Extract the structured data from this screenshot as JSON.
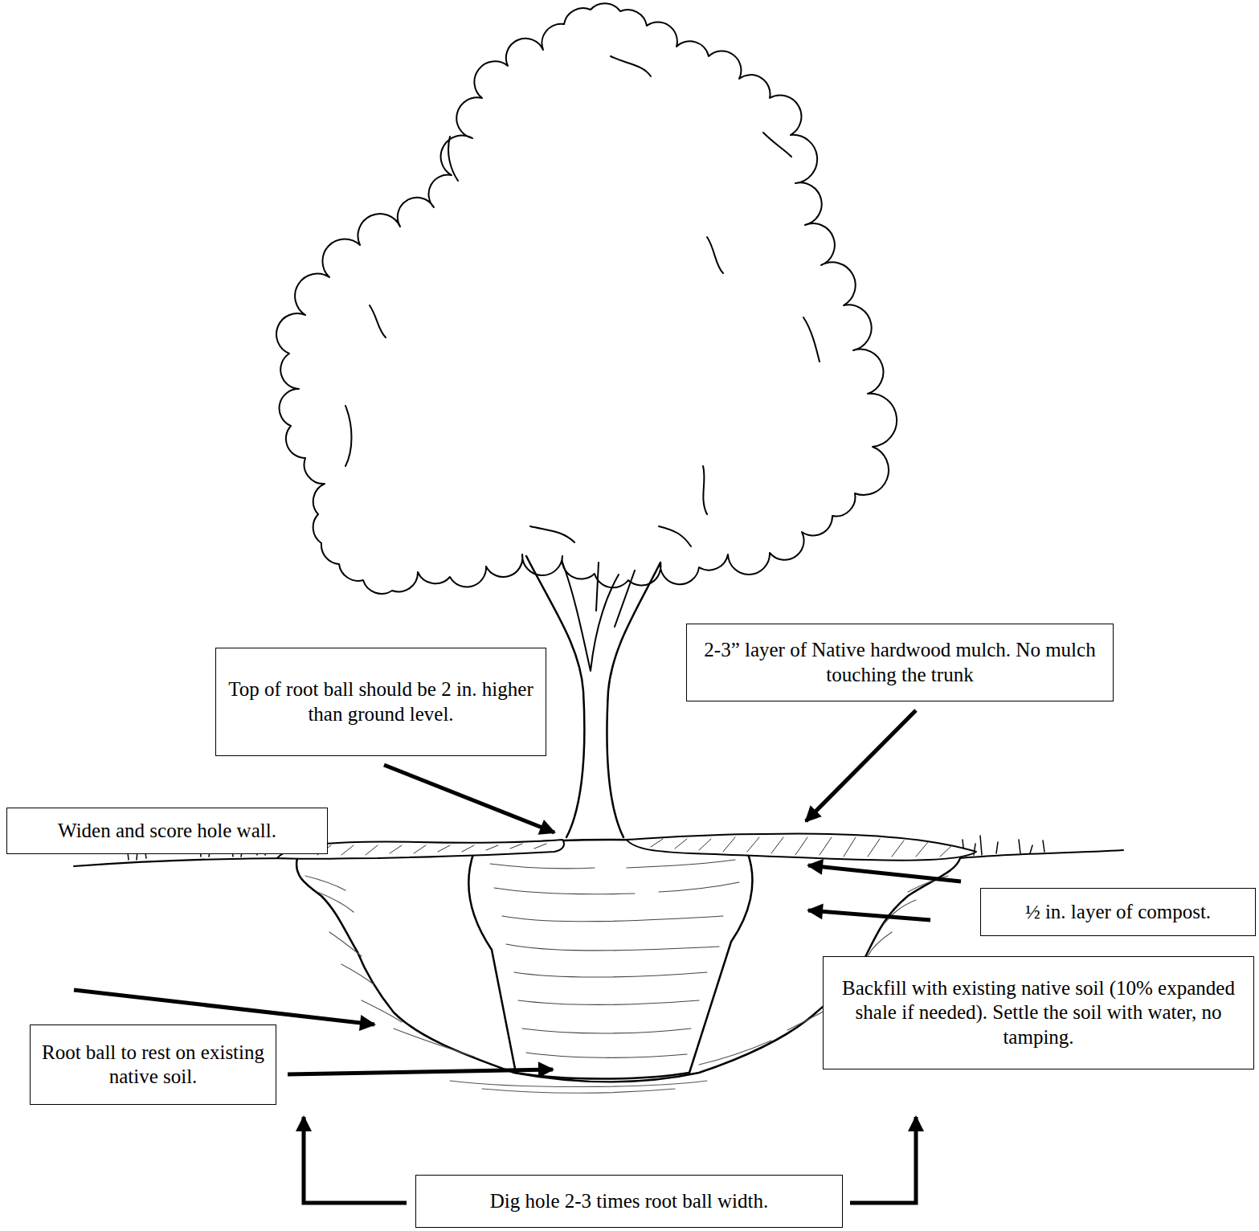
{
  "diagram": {
    "nodes": [
      {
        "text": [
          "2-3” layer of Native hardwood mulch. No mulch touching the trunk"
        ]
      },
      {
        "text": [
          "Top of root ball should be 2 in. higher than ground level."
        ]
      },
      {
        "text": [
          "½ in. layer of compost."
        ]
      },
      {
        "text": [
          "Widen and score hole wall."
        ]
      },
      {
        "text": [
          "Backfill with existing native soil (10% expanded shale if needed). Settle the soil with water, no tamping."
        ]
      },
      {
        "text": [
          "Root ball to rest on existing native soil."
        ]
      },
      {
        "text": [
          "Dig hole 2-3 times root ball width."
        ]
      }
    ]
  }
}
